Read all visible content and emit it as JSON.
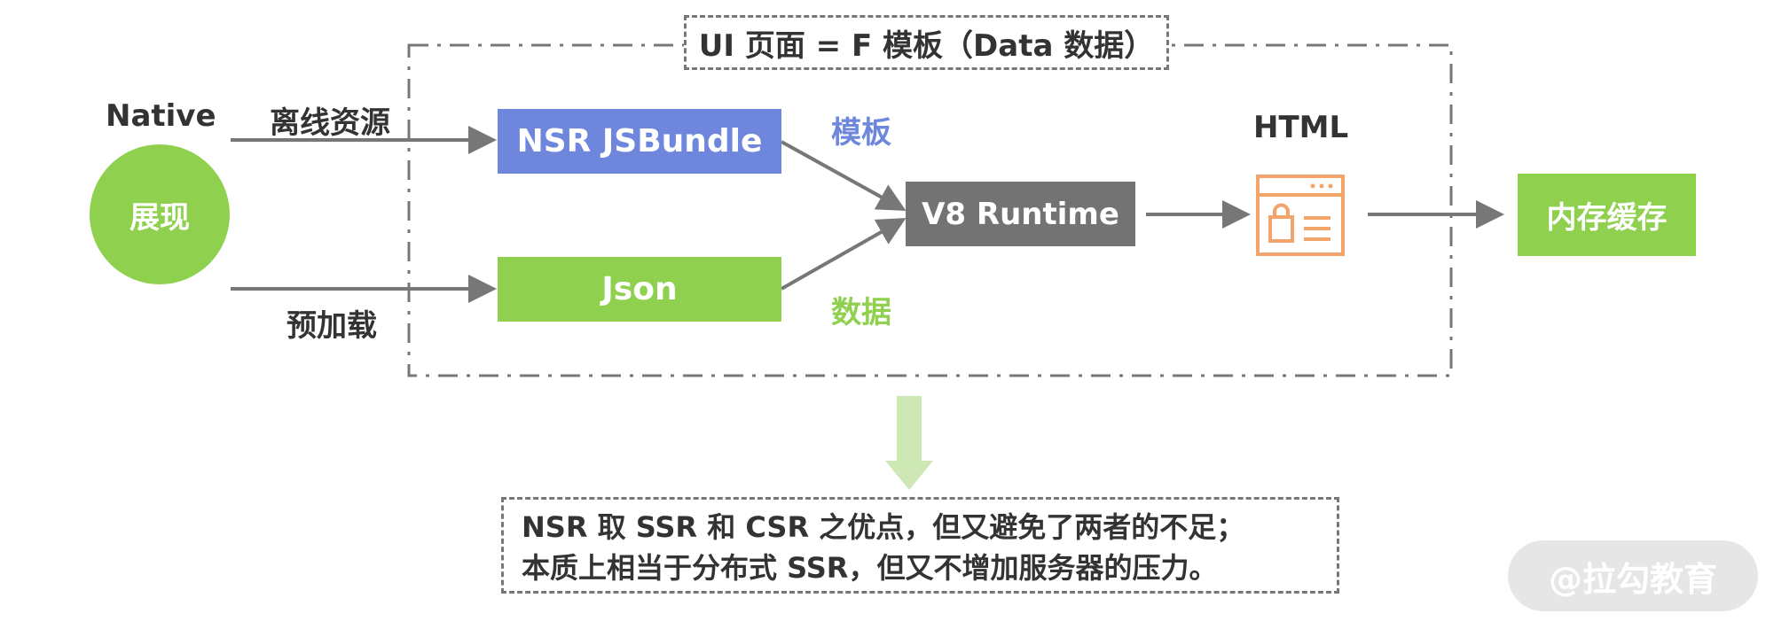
{
  "frame_title": "UI 页面 = F 模板（Data 数据）",
  "native_label": "Native",
  "native_circle_label": "展现",
  "offline_resource_label": "离线资源",
  "preload_label": "预加载",
  "nsr_jsbundle_label": "NSR JSBundle",
  "json_label": "Json",
  "template_label": "模板",
  "data_label": "数据",
  "v8_runtime_label": "V8 Runtime",
  "html_label": "HTML",
  "memory_cache_label": "内存缓存",
  "note": {
    "line1": "NSR 取 SSR 和 CSR 之优点，但又避免了两者的不足；",
    "line2": "本质上相当于分布式 SSR，但又不增加服务器的压力。"
  },
  "watermark": "@拉勾教育",
  "colors": {
    "blue": "#6e87dc",
    "green": "#8fd14f",
    "gray": "#737373",
    "orange": "#f2a46a",
    "arrow": "#777777",
    "down_arrow": "#cde8b4",
    "text": "#333333"
  },
  "icons": [
    "browser-lock-icon"
  ]
}
